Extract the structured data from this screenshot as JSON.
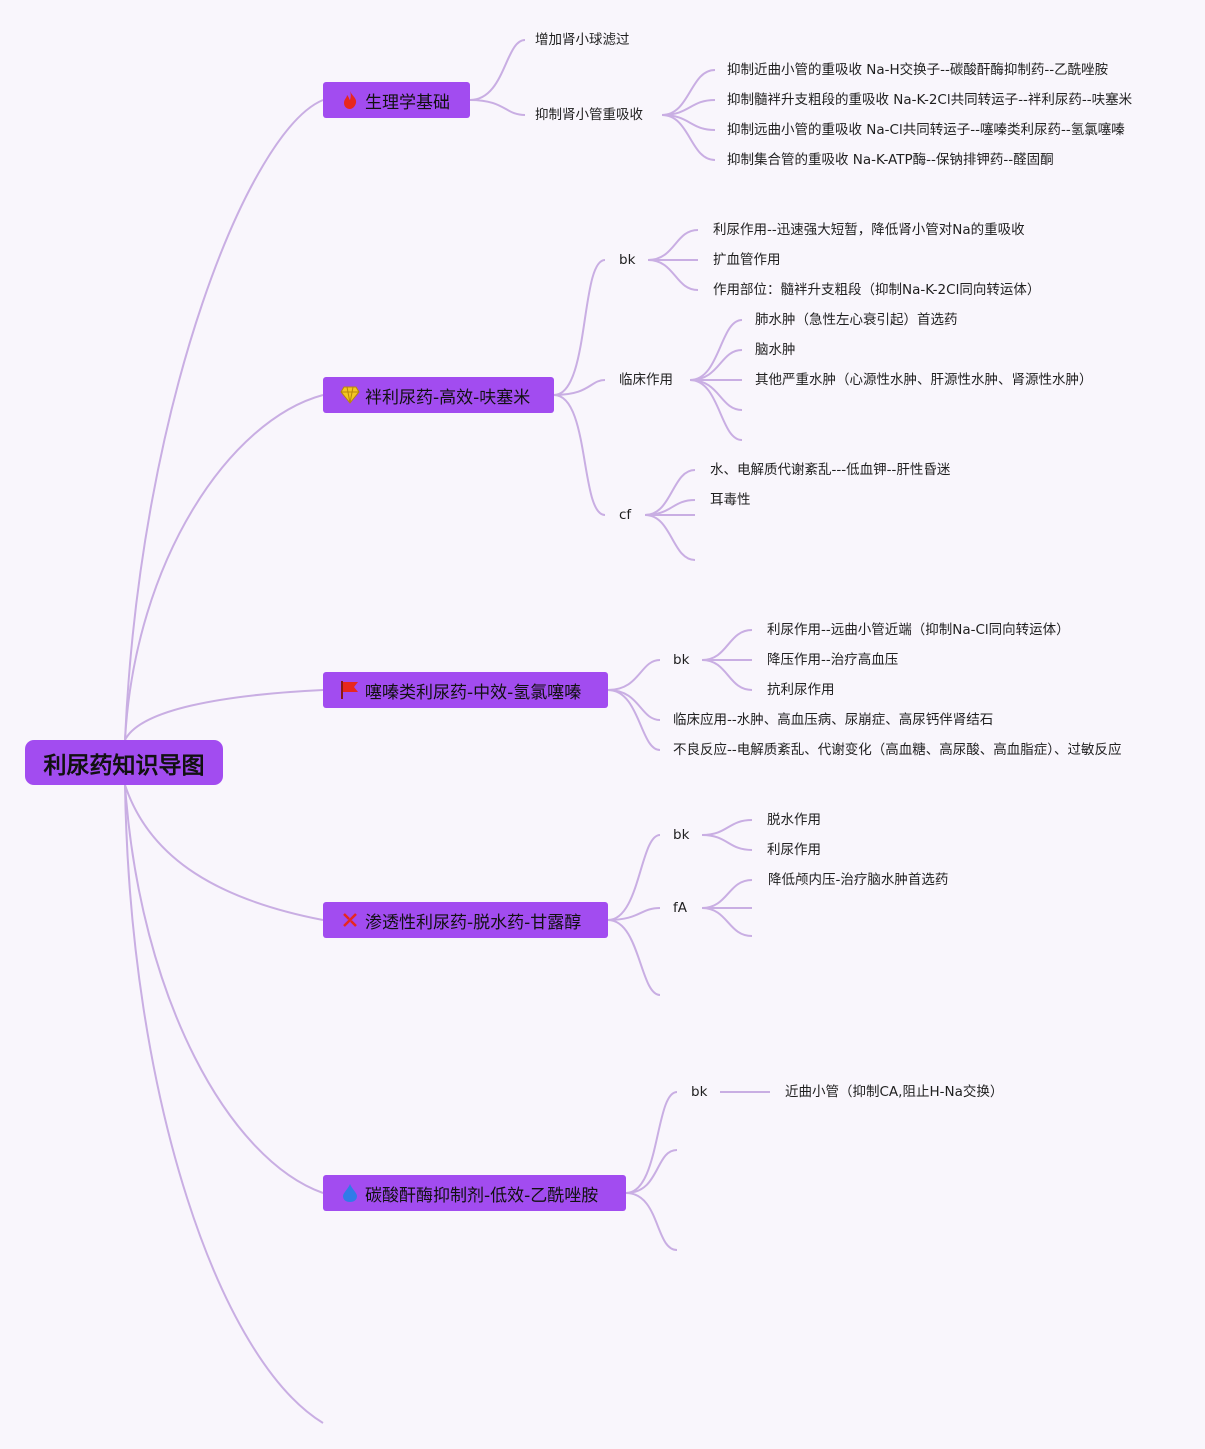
{
  "root": {
    "label": "利尿药知识导图"
  },
  "branches": [
    {
      "label": "生理学基础",
      "icon": "fire-icon",
      "items": [
        {
          "label": "增加肾小球滤过"
        },
        {
          "label": "抑制肾小管重吸收",
          "items": [
            "抑制近曲小管的重吸收 Na-H交换子--碳酸酐酶抑制药--乙酰唑胺",
            "抑制髓袢升支粗段的重吸收 Na-K-2Cl共同转运子--袢利尿药--呋塞米",
            "抑制远曲小管的重吸收 Na-Cl共同转运子--噻嗪类利尿药--氢氯噻嗪",
            "抑制集合管的重吸收 Na-K-ATP酶--保钠排钾药--醛固酮"
          ]
        }
      ]
    },
    {
      "label": "袢利尿药-高效-呋塞米",
      "icon": "diamond-icon",
      "items": [
        {
          "label": "bk",
          "items": [
            "利尿作用--迅速强大短暂，降低肾小管对Na的重吸收",
            "扩血管作用",
            "作用部位：髓袢升支粗段（抑制Na-K-2Cl同向转运体）"
          ]
        },
        {
          "label": "临床作用",
          "items": [
            "肺水肿（急性左心衰引起）首选药",
            "脑水肿",
            "其他严重水肿（心源性水肿、肝源性水肿、肾源性水肿）",
            "",
            ""
          ]
        },
        {
          "label": "cf",
          "items": [
            "水、电解质代谢紊乱---低血钾--肝性昏迷",
            "耳毒性",
            "",
            ""
          ]
        }
      ]
    },
    {
      "label": "噻嗪类利尿药-中效-氢氯噻嗪",
      "icon": "flag-icon",
      "items": [
        {
          "label": "bk",
          "items": [
            "利尿作用--远曲小管近端（抑制Na-Cl同向转运体）",
            "降压作用--治疗高血压",
            "抗利尿作用"
          ]
        },
        {
          "label": "临床应用--水肿、高血压病、尿崩症、高尿钙伴肾结石"
        },
        {
          "label": "不良反应--电解质紊乱、代谢变化（高血糖、高尿酸、高血脂症）、过敏反应"
        }
      ]
    },
    {
      "label": "渗透性利尿药-脱水药-甘露醇",
      "icon": "tools-icon",
      "items": [
        {
          "label": "bk",
          "items": [
            "脱水作用",
            "利尿作用"
          ]
        },
        {
          "label": "fA",
          "items": [
            "降低颅内压-治疗脑水肿首选药",
            "",
            ""
          ]
        },
        {
          "label": ""
        }
      ]
    },
    {
      "label": "碳酸酐酶抑制剂-低效-乙酰唑胺",
      "icon": "drop-icon",
      "items": [
        {
          "label": "bk",
          "items": [
            "近曲小管（抑制CA,阻止H-Na交换）"
          ]
        },
        {
          "label": ""
        },
        {
          "label": ""
        }
      ]
    },
    {
      "label": ""
    }
  ],
  "colors": {
    "node_fill": "#a24cf0",
    "edge": "#c9aee3",
    "background": "#f9f6fc",
    "fire": "#e8271d",
    "diamond": "#f3c623",
    "flag": "#e8271d",
    "tools": "#e8271d",
    "drop": "#2f7be8"
  }
}
